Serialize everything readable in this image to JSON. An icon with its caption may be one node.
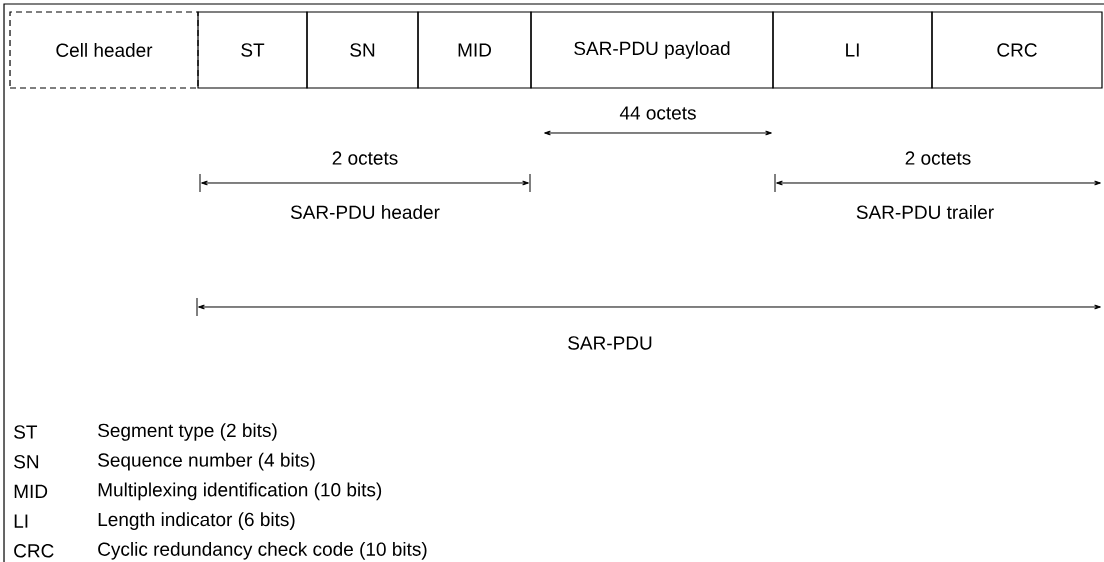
{
  "diagram": {
    "nodes": [
      {
        "text": [
          "Cell header"
        ]
      },
      {
        "text": [
          "ST"
        ]
      },
      {
        "text": [
          "SN"
        ]
      },
      {
        "text": [
          "MID"
        ]
      },
      {
        "text": [
          "SAR-PDU payload"
        ]
      },
      {
        "text": [
          "LI"
        ]
      },
      {
        "text": [
          "CRC"
        ]
      }
    ],
    "labels": [
      "44 octets",
      "2 octets",
      "2 octets",
      "SAR-PDU header",
      "SAR-PDU trailer",
      "SAR-PDU",
      "ST",
      "Segment type (2 bits)",
      "SN",
      "Sequence number (4 bits)",
      "MID",
      "Multiplexing identification (10 bits)",
      "LI",
      "Length indicator (6 bits)",
      "CRC",
      "Cyclic redundancy check code (10 bits)"
    ]
  }
}
